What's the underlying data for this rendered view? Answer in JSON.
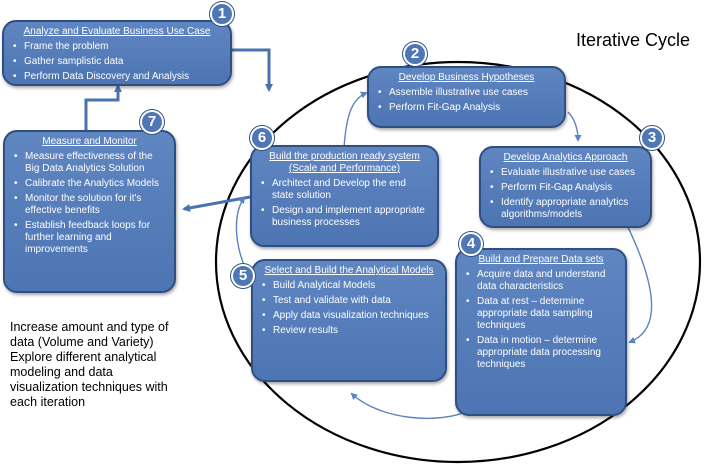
{
  "cycle_label": "Iterative Cycle",
  "note_lines": [
    "Increase amount and type of",
    "data (Volume and Variety)",
    "Explore different analytical",
    "modeling and data",
    "visualization techniques with",
    "each iteration"
  ],
  "steps": [
    {
      "number": "1",
      "title": "Analyze and Evaluate Business Use Case",
      "items": [
        "Frame the problem",
        "Gather samplistic data",
        "Perform Data Discovery and Analysis"
      ]
    },
    {
      "number": "2",
      "title": "Develop Business Hypotheses",
      "items": [
        "Assemble illustrative use cases",
        "Perform Fit-Gap Analysis"
      ]
    },
    {
      "number": "3",
      "title": "Develop Analytics Approach",
      "items": [
        "Evaluate illustrative use cases",
        "Perform Fit-Gap Analysis",
        "Identify appropriate analytics algorithms/models"
      ]
    },
    {
      "number": "4",
      "title": "Build and Prepare Data sets",
      "items": [
        "Acquire data and understand data characteristics",
        "Data at rest – determine appropriate data sampling techniques",
        "Data in motion – determine appropriate data processing techniques"
      ]
    },
    {
      "number": "5",
      "title": "Select and Build the Analytical Models",
      "items": [
        "Build Analytical Models",
        "Test and validate with data",
        "Apply data visualization techniques",
        "Review results"
      ]
    },
    {
      "number": "6",
      "title": "Build the production ready system (Scale and Performance)",
      "items": [
        "Architect and Develop the end state solution",
        "Design and implement appropriate business processes"
      ]
    },
    {
      "number": "7",
      "title": "Measure and Monitor",
      "items": [
        "Measure effectiveness of the Big Data Analytics Solution",
        "Calibrate the Analytics Models",
        "Monitor the solution for it's effective benefits",
        "Establish feedback loops for further learning and improvements"
      ]
    }
  ]
}
